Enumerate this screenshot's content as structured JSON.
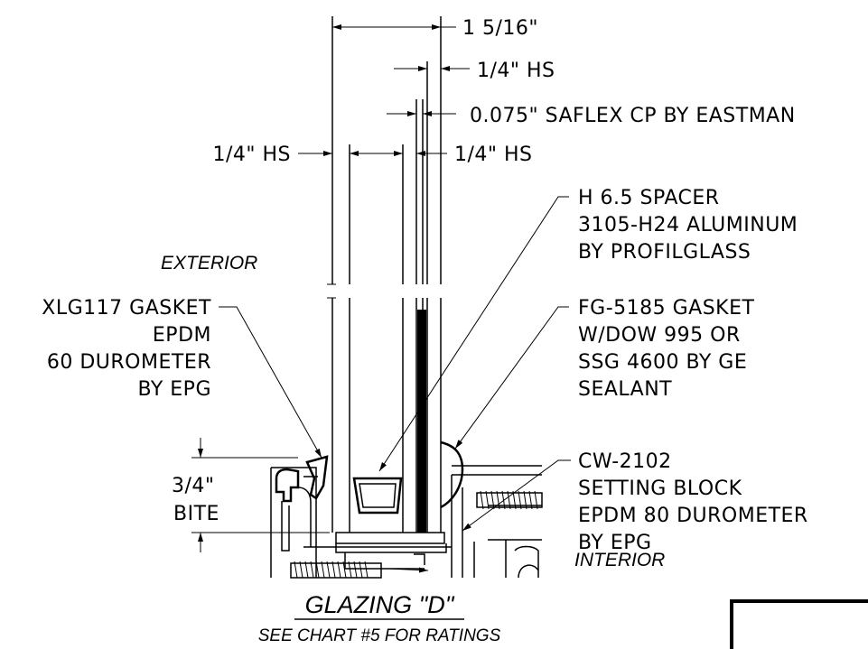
{
  "dimensions": {
    "overall": "1 5/16\"",
    "outer_lite": "1/4\" HS",
    "interlayer": "0.075\" SAFLEX CP BY EASTMAN",
    "exterior_lite": "1/4\" HS",
    "inner_lite": "1/4\" HS",
    "bite_value": "3/4\"",
    "bite_label": "BITE"
  },
  "callouts": {
    "spacer": [
      "H 6.5 SPACER",
      "3105-H24 ALUMINUM",
      "BY PROFILGLASS"
    ],
    "exterior_gasket": [
      "XLG117 GASKET",
      "EPDM",
      "60 DUROMETER",
      "BY EPG"
    ],
    "interior_gasket": [
      "FG-5185 GASKET",
      "W/DOW 995 OR",
      "SSG 4600 BY GE",
      "SEALANT"
    ],
    "setting_block": [
      "CW-2102",
      "SETTING BLOCK",
      "EPDM 80 DUROMETER",
      "BY EPG"
    ]
  },
  "sides": {
    "exterior": "EXTERIOR",
    "interior": "INTERIOR"
  },
  "title": "GLAZING \"D\"",
  "subtitle": "SEE CHART #5 FOR RATINGS"
}
